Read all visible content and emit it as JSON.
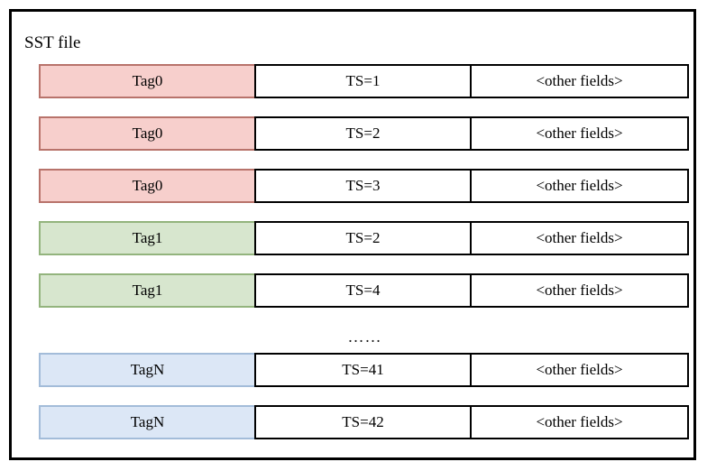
{
  "diagram": {
    "title": "SST file",
    "columns": [
      "tag",
      "timestamp",
      "other"
    ],
    "ellipsis": "……",
    "colors": {
      "pink_fill": "#f7cfcc",
      "pink_border": "#b8736b",
      "green_fill": "#d7e6ce",
      "green_border": "#93b47d",
      "blue_fill": "#dce7f6",
      "blue_border": "#a3bcd9",
      "frame_border": "#000000",
      "cell_border": "#000000",
      "background": "#ffffff"
    },
    "rows": [
      {
        "tag": "Tag0",
        "timestamp": "TS=1",
        "other": "<other fields>",
        "color": "pink"
      },
      {
        "tag": "Tag0",
        "timestamp": "TS=2",
        "other": "<other fields>",
        "color": "pink"
      },
      {
        "tag": "Tag0",
        "timestamp": "TS=3",
        "other": "<other fields>",
        "color": "pink"
      },
      {
        "tag": "Tag1",
        "timestamp": "TS=2",
        "other": "<other fields>",
        "color": "green"
      },
      {
        "tag": "Tag1",
        "timestamp": "TS=4",
        "other": "<other fields>",
        "color": "green"
      },
      {
        "tag": "TagN",
        "timestamp": "TS=41",
        "other": "<other fields>",
        "color": "blue"
      },
      {
        "tag": "TagN",
        "timestamp": "TS=42",
        "other": "<other fields>",
        "color": "blue"
      }
    ]
  }
}
